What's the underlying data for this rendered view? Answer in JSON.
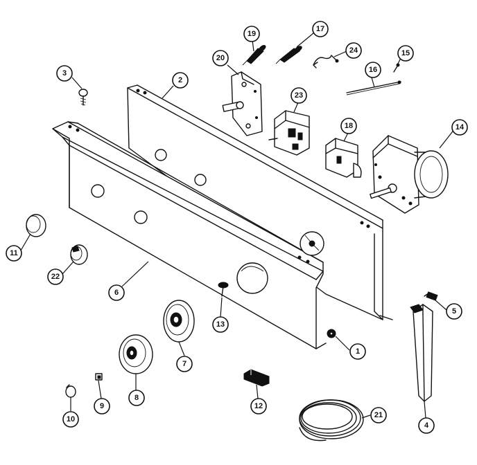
{
  "diagram": {
    "parts": [
      {
        "number": "1"
      },
      {
        "number": "2"
      },
      {
        "number": "3"
      },
      {
        "number": "4"
      },
      {
        "number": "5"
      },
      {
        "number": "6"
      },
      {
        "number": "7"
      },
      {
        "number": "8"
      },
      {
        "number": "9"
      },
      {
        "number": "10"
      },
      {
        "number": "11"
      },
      {
        "number": "12"
      },
      {
        "number": "13"
      },
      {
        "number": "14"
      },
      {
        "number": "15"
      },
      {
        "number": "16"
      },
      {
        "number": "17"
      },
      {
        "number": "18"
      },
      {
        "number": "19"
      },
      {
        "number": "20"
      },
      {
        "number": "21"
      },
      {
        "number": "22"
      },
      {
        "number": "23"
      },
      {
        "number": "24"
      }
    ]
  }
}
